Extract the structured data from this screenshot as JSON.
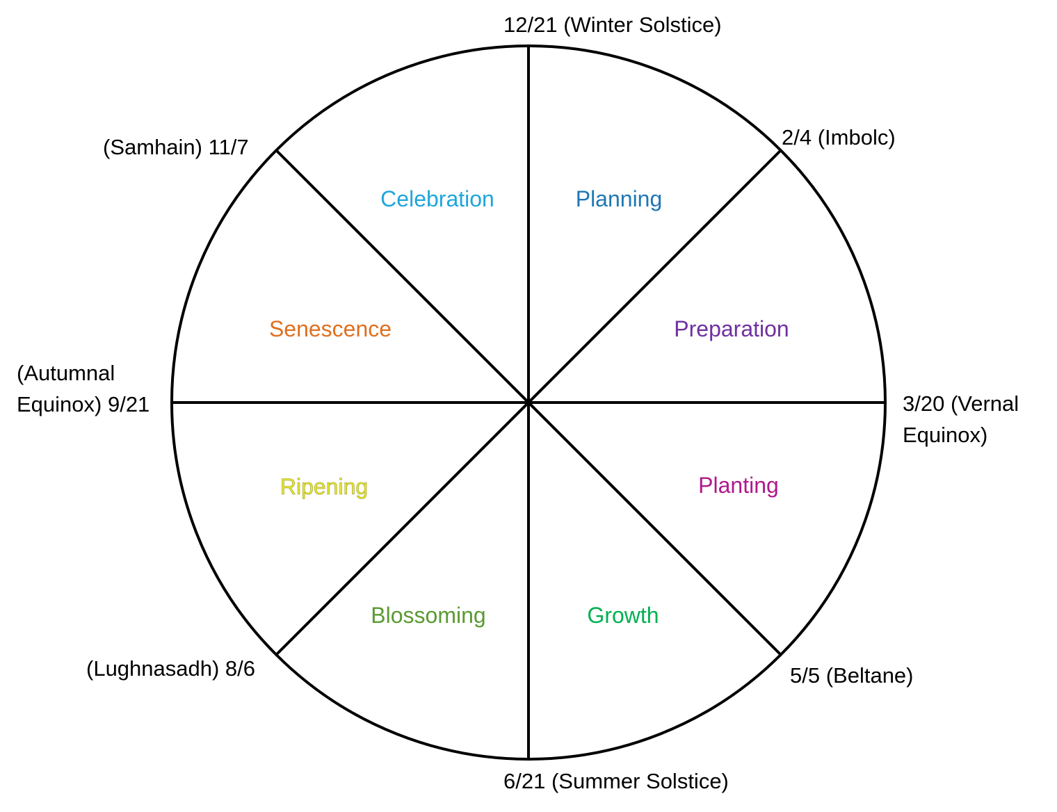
{
  "wheel": {
    "dates": {
      "winter_solstice": "12/21 (Winter Solstice)",
      "imbolc": "2/4 (Imbolc)",
      "vernal_line1": "3/20 (Vernal",
      "vernal_line2": "Equinox)",
      "beltane": "5/5 (Beltane)",
      "summer_solstice": "6/21 (Summer Solstice)",
      "lughnasadh": "(Lughnasadh) 8/6",
      "autumnal_line1": "(Autumnal",
      "autumnal_line2": "Equinox) 9/21",
      "samhain": "(Samhain) 11/7"
    },
    "phases": [
      {
        "label": "Planning",
        "color": "#1F77B4"
      },
      {
        "label": "Preparation",
        "color": "#7030A0"
      },
      {
        "label": "Planting",
        "color": "#B0188C"
      },
      {
        "label": "Growth",
        "color": "#00B050"
      },
      {
        "label": "Blossoming",
        "color": "#5A9A32"
      },
      {
        "label": "Ripening",
        "color": "#E6E62E"
      },
      {
        "label": "Senescence",
        "color": "#E07020"
      },
      {
        "label": "Celebration",
        "color": "#1EA6DC"
      }
    ]
  }
}
